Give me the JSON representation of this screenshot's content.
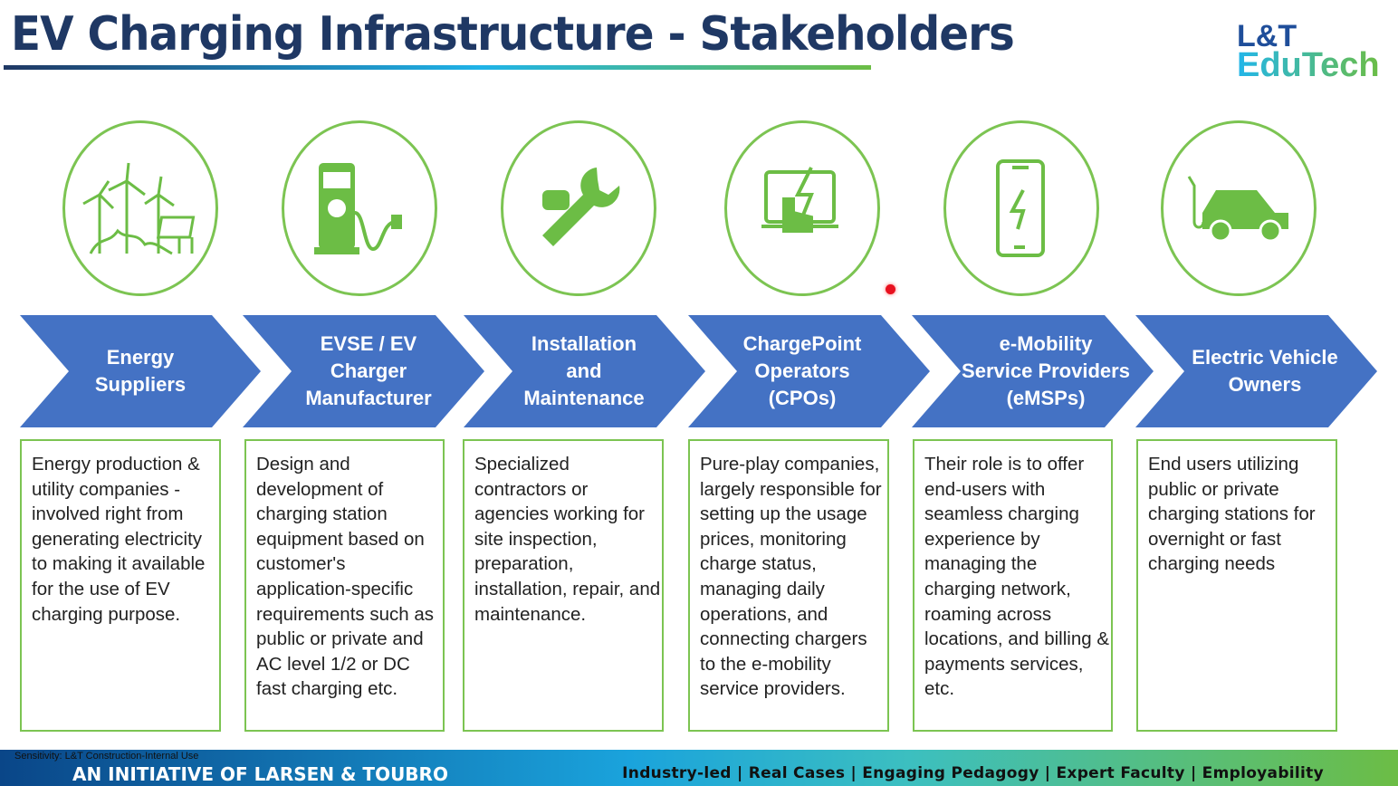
{
  "title": "EV Charging Infrastructure - Stakeholders",
  "logo": {
    "line1": "L&T",
    "line2": "EduTech"
  },
  "colors": {
    "accent_green": "#6cbd45",
    "chevron_blue": "#4472c4",
    "title_navy": "#1f3864"
  },
  "stakeholders": [
    {
      "icon": "wind-solar-icon",
      "label": "Energy\nSuppliers",
      "description": "Energy production & utility companies - involved right from generating electricity to making it available for the use of EV charging purpose."
    },
    {
      "icon": "charger-icon",
      "label": "EVSE / EV\nCharger\nManufacturer",
      "description": "Design and development of charging station equipment based on customer's application-specific requirements such as public or private and AC level 1/2 or DC fast charging etc."
    },
    {
      "icon": "handshake-wrench-icon",
      "label": "Installation\nand\nMaintenance",
      "description": "Specialized contractors or agencies working for site inspection, preparation, installation, repair, and maintenance."
    },
    {
      "icon": "touch-screen-icon",
      "label": "ChargePoint\nOperators\n(CPOs)",
      "description": "Pure-play companies, largely responsible for setting up the usage prices, monitoring charge status, managing daily operations, and connecting chargers to the e-mobility service providers."
    },
    {
      "icon": "phone-bolt-icon",
      "label": "e-Mobility\nService Providers\n(eMSPs)",
      "description": "Their role is to offer end-users with seamless charging experience by managing the charging network, roaming across locations, and billing & payments services, etc."
    },
    {
      "icon": "electric-car-icon",
      "label": "Electric Vehicle\nOwners",
      "description": "End users utilizing public or private charging stations for overnight or fast charging needs"
    }
  ],
  "footer": {
    "sensitivity": "Sensitivity: L&T Construction-Internal Use",
    "initiative": "AN INITIATIVE OF LARSEN & TOUBRO",
    "tagline": "Industry-led | Real Cases | Engaging Pedagogy | Expert Faculty | Employability"
  }
}
